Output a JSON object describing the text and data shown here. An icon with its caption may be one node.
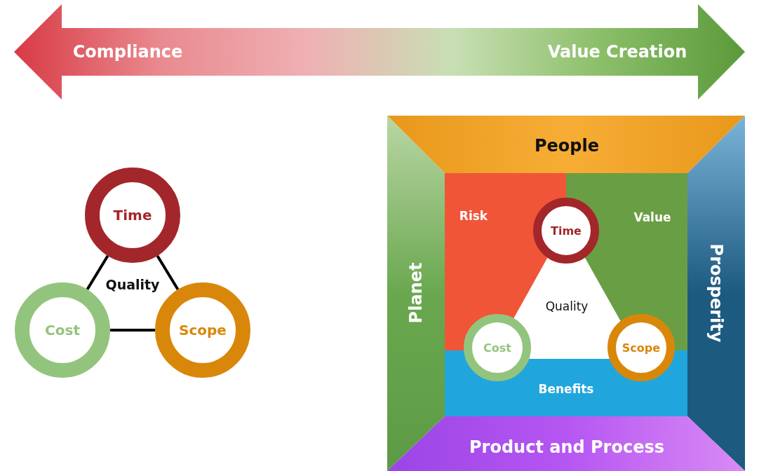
{
  "diagram": {
    "nodes": [
      {
        "text": [
          "Compliance",
          "Value Creation"
        ]
      },
      {
        "text": [
          "Time"
        ]
      },
      {
        "text": [
          "Cost"
        ]
      },
      {
        "text": [
          "Scope"
        ]
      },
      {
        "text": [
          "People"
        ]
      },
      {
        "text": [
          "Planet"
        ]
      },
      {
        "text": [
          "Prosperity"
        ]
      },
      {
        "text": [
          "Product and Process"
        ]
      },
      {
        "text": [
          "Risk"
        ]
      },
      {
        "text": [
          "Value"
        ]
      },
      {
        "text": [
          "Quality"
        ]
      },
      {
        "text": [
          "Benefits"
        ]
      },
      {
        "text": [
          "Time"
        ]
      },
      {
        "text": [
          "Cost"
        ]
      },
      {
        "text": [
          "Scope"
        ]
      }
    ],
    "edges": [
      {
        "from": 1,
        "to": 2,
        "arrow": "none"
      },
      {
        "from": 1,
        "to": 3,
        "arrow": "none"
      },
      {
        "from": 2,
        "to": 3,
        "arrow": "none"
      }
    ],
    "labels": [
      "Quality"
    ]
  }
}
